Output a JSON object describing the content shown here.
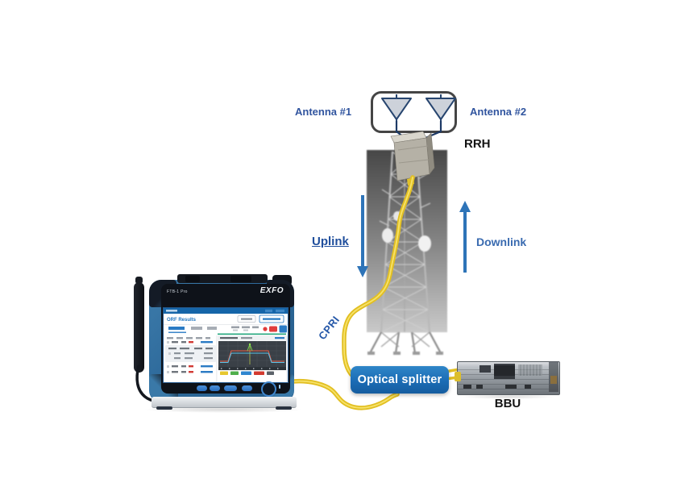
{
  "diagram": {
    "antenna1_label": "Antenna #1",
    "antenna2_label": "Antenna #2",
    "rrh_label": "RRH",
    "uplink_label": "Uplink",
    "downlink_label": "Downlink",
    "cpri_label": "CPRI",
    "splitter_label": "Optical splitter",
    "bbu_label": "BBU"
  },
  "device": {
    "brand": "EXFO",
    "model": "FTB-1 Pro",
    "screen_title": "ORF Results"
  },
  "colors": {
    "label_blue": "#31559f",
    "arrow_blue": "#2e74b8",
    "splitter_blue": "#1b6cb5",
    "cable_yellow": "#e9c92a",
    "tower_dark": "#4b4b4b",
    "tower_light": "#c9c9c9"
  }
}
